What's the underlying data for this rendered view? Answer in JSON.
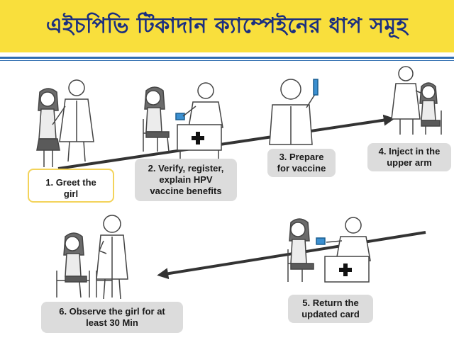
{
  "title": "এইচপিভি টিকাদান ক্যাম্পেইনের ধাপ সমূহ",
  "steps": [
    {
      "label": "1. Greet the girl"
    },
    {
      "label": "2. Verify, register,\nexplain HPV\nvaccine benefits"
    },
    {
      "label": "3. Prepare\nfor vaccine"
    },
    {
      "label": "4. Inject in the\nupper arm"
    },
    {
      "label": "5. Return the\nupdated card"
    },
    {
      "label": "6. Observe the girl for at\nleast 30 Min"
    }
  ],
  "colors": {
    "header_bg": "#f9df3c",
    "title_text": "#1b2f80",
    "rule": "#2f6db0",
    "label_bg": "#dcdcdc",
    "first_label_border": "#f3d35a",
    "arrow": "#333333"
  }
}
